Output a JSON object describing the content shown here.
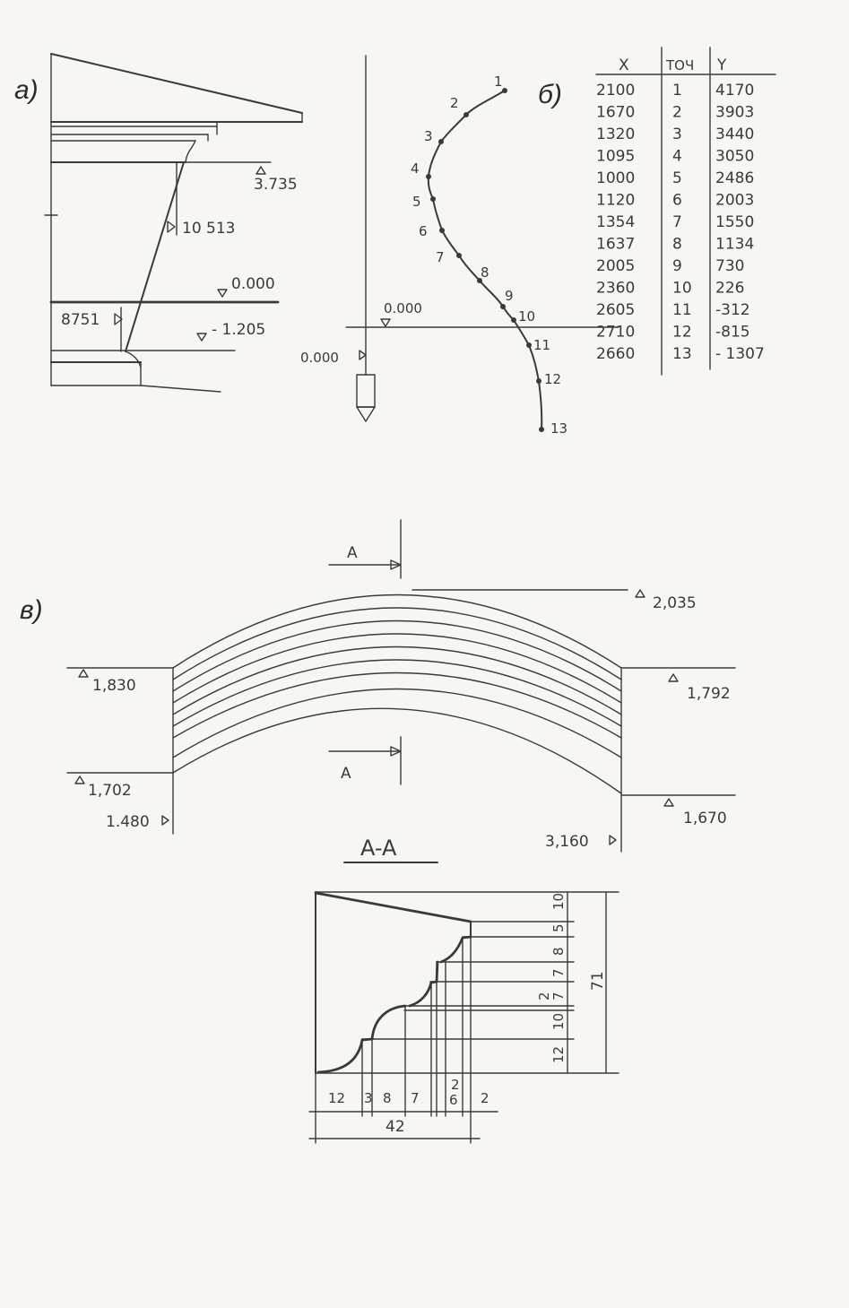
{
  "panels": {
    "a": "а)",
    "b": "б)",
    "v": "в)"
  },
  "panel_a": {
    "levels": [
      "3.735",
      "0.000",
      "- 1.205"
    ],
    "dims": [
      "10 513",
      "8751"
    ]
  },
  "panel_b": {
    "level": "0.000",
    "axis_label": "0.000",
    "point_labels": [
      "1",
      "2",
      "3",
      "4",
      "5",
      "6",
      "7",
      "8",
      "9",
      "10",
      "11",
      "12",
      "13"
    ]
  },
  "table": {
    "headers": [
      "X",
      "ТОЧ",
      "Y"
    ],
    "rows": [
      [
        "2100",
        "1",
        "4170"
      ],
      [
        "1670",
        "2",
        "3903"
      ],
      [
        "1320",
        "3",
        "3440"
      ],
      [
        "1095",
        "4",
        "3050"
      ],
      [
        "1000",
        "5",
        "2486"
      ],
      [
        "1120",
        "6",
        "2003"
      ],
      [
        "1354",
        "7",
        "1550"
      ],
      [
        "1637",
        "8",
        "1134"
      ],
      [
        "2005",
        "9",
        "730"
      ],
      [
        "2360",
        "10",
        "226"
      ],
      [
        "2605",
        "11",
        "-312"
      ],
      [
        "2710",
        "12",
        "-815"
      ],
      [
        "2660",
        "13",
        "- 1307"
      ]
    ]
  },
  "panel_v": {
    "section_mark": "A",
    "section_mark_lower": "A",
    "top_level": "2,035",
    "left_top_level": "1,830",
    "left_bottom_level": "1,702",
    "right_top_level": "1,792",
    "right_bottom_level": "1,670",
    "left_offset": "1.480",
    "right_offset": "3,160"
  },
  "section": {
    "title": "A-A",
    "right_dims": [
      "10",
      "5",
      "8",
      "7",
      "7",
      "10",
      "12"
    ],
    "side_dim_small": "2",
    "overall_height": "71",
    "bottom_dims": [
      "12",
      "3",
      "8",
      "7",
      "6",
      "2"
    ],
    "bottom_small": "2",
    "overall_width": "42"
  }
}
